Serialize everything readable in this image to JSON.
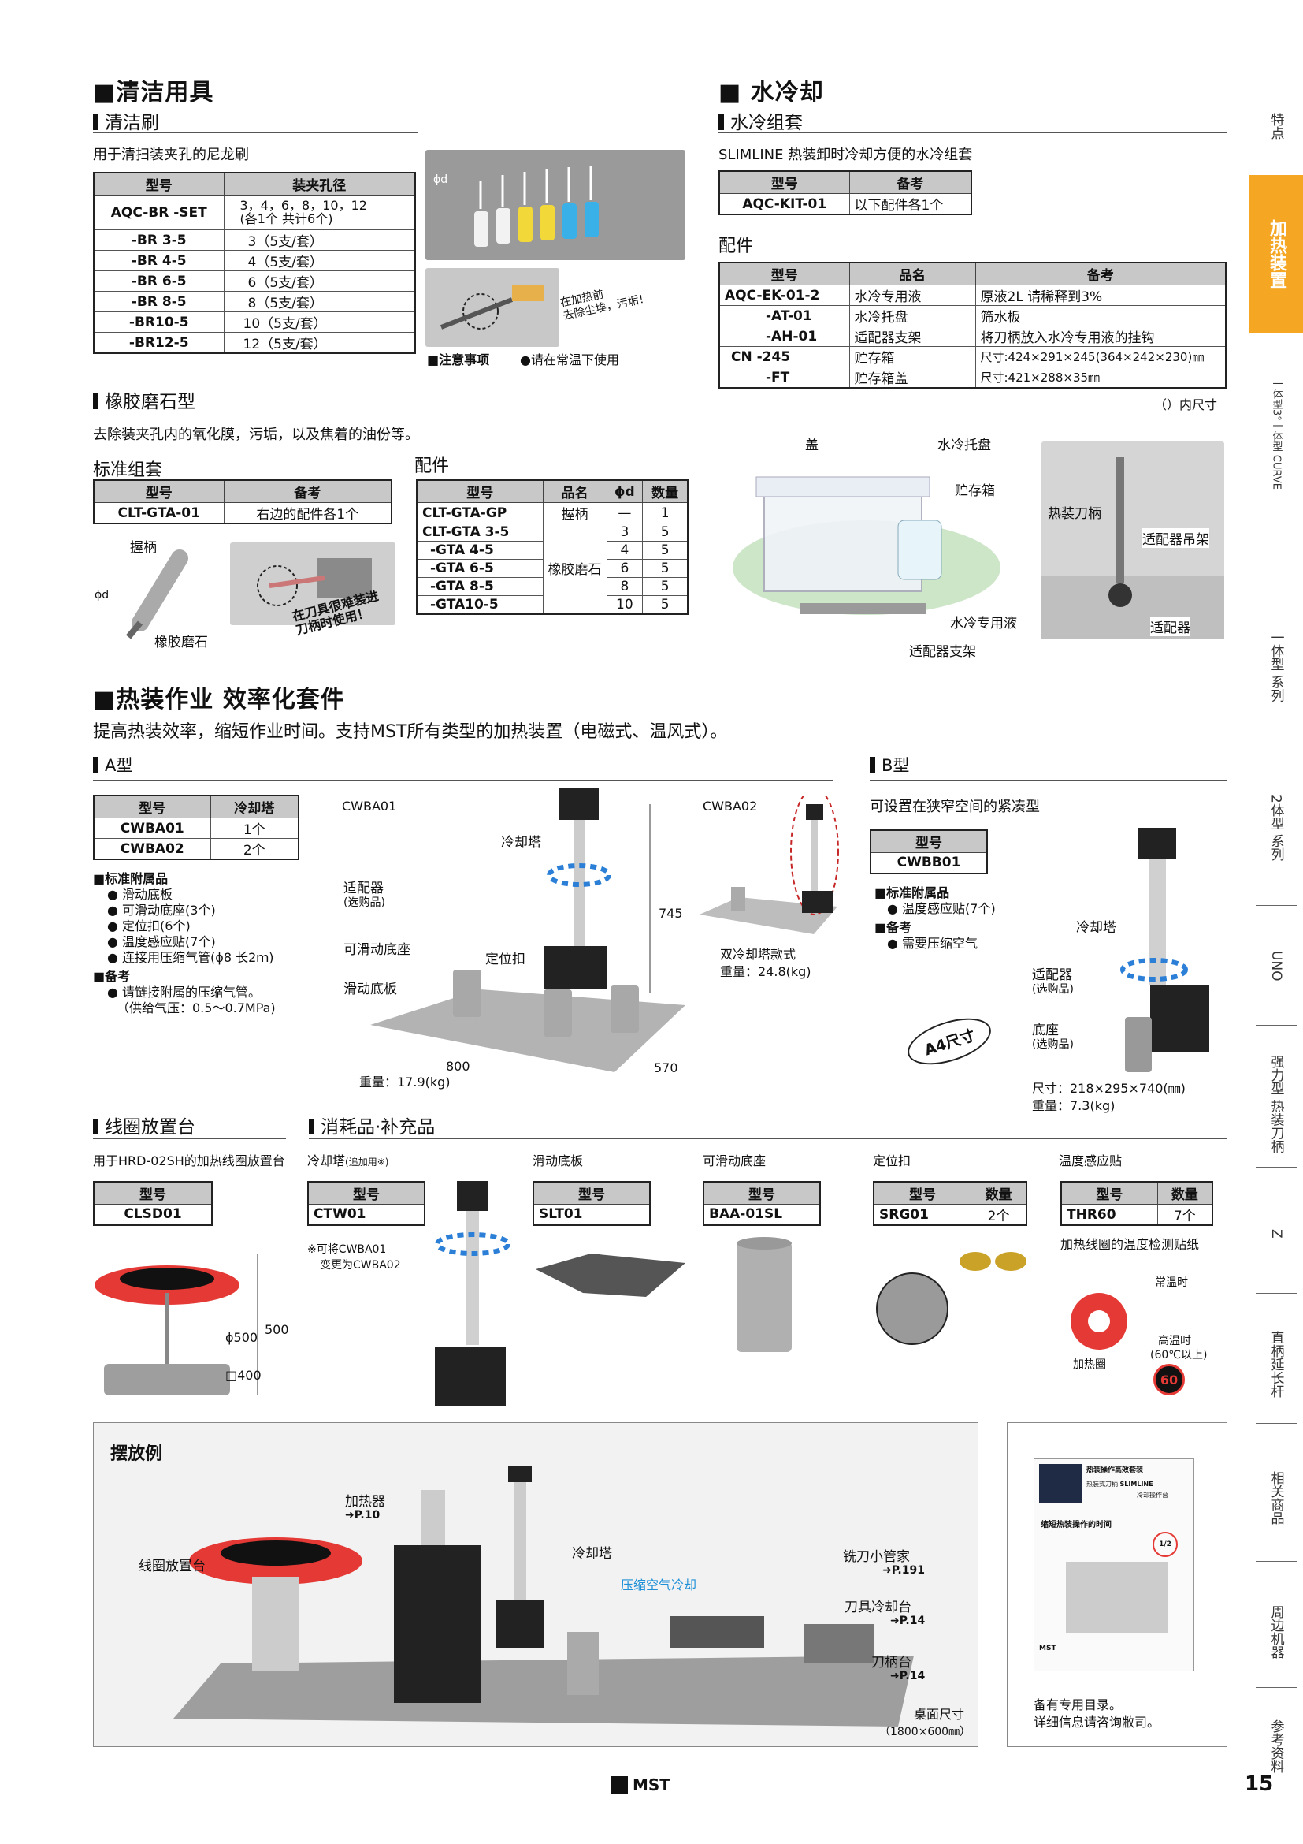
{
  "cleaning": {
    "title": "■清洁用具",
    "brush": {
      "title": "清洁刷",
      "desc": "用于清扫装夹孔的尼龙刷",
      "headers": [
        "型号",
        "装夹孔径"
      ],
      "rows": [
        [
          "AQC-BR -SET",
          "3，4，6，8，10，12\n(各1个 共计6个)"
        ],
        [
          "-BR 3-5",
          "3（5支/套）"
        ],
        [
          "-BR 4-5",
          "4（5支/套）"
        ],
        [
          "-BR 6-5",
          "6（5支/套）"
        ],
        [
          "-BR 8-5",
          "8（5支/套）"
        ],
        [
          "-BR10-5",
          "10（5支/套）"
        ],
        [
          "-BR12-5",
          "12（5支/套）"
        ]
      ],
      "phi_label": "ϕd",
      "photo_note": "在加热前\n去除尘埃，污垢！",
      "caution_label": "■注意事项",
      "caution_text": "●请在常温下使用"
    },
    "rubber": {
      "title": "橡胶磨石型",
      "desc": "去除装夹孔内的氧化膜，污垢，以及焦着的油份等。",
      "std_title": "标准组套",
      "std_headers": [
        "型号",
        "备考"
      ],
      "std_rows": [
        [
          "CLT-GTA-01",
          "右边的配件各1个"
        ]
      ],
      "acc_title": "配件",
      "acc_headers": [
        "型号",
        "品名",
        "ϕd",
        "数量"
      ],
      "acc_rows": [
        [
          "CLT-GTA-GP",
          "握柄",
          "—",
          "1"
        ],
        [
          "CLT-GTA 3-5",
          "",
          "3",
          "5"
        ],
        [
          "-GTA 4-5",
          "",
          "4",
          "5"
        ],
        [
          "-GTA 6-5",
          "橡胶磨石",
          "6",
          "5"
        ],
        [
          "-GTA 8-5",
          "",
          "8",
          "5"
        ],
        [
          "-GTA10-5",
          "",
          "10",
          "5"
        ]
      ],
      "label_grip": "握柄",
      "label_phi": "ϕd",
      "label_stone": "橡胶磨石",
      "photo_note": "在刀具很难装进\n刀柄时使用！"
    }
  },
  "water": {
    "title": "■ 水冷却",
    "kit_title": "水冷组套",
    "kit_desc": "SLIMLINE 热装卸时冷却方便的水冷组套",
    "kit_headers": [
      "型号",
      "备考"
    ],
    "kit_rows": [
      [
        "AQC-KIT-01",
        "以下配件各1个"
      ]
    ],
    "acc_title": "配件",
    "acc_headers": [
      "型号",
      "品名",
      "备考"
    ],
    "acc_rows": [
      [
        "AQC-EK-01-2",
        "水冷专用液",
        "原液2L 请稀释到3%"
      ],
      [
        "-AT-01",
        "水冷托盘",
        "筛水板"
      ],
      [
        "-AH-01",
        "适配器支架",
        "将刀柄放入水冷专用液的挂钩"
      ],
      [
        "CN -245",
        "贮存箱",
        "尺寸:424×291×245(364×242×230)㎜"
      ],
      [
        "-FT",
        "贮存箱盖",
        "尺寸:421×288×35㎜"
      ]
    ],
    "inner_note": "（）内尺寸",
    "labels": {
      "lid": "盖",
      "tray": "水冷托盘",
      "tank": "贮存箱",
      "fluid": "水冷专用液",
      "stand": "适配器支架",
      "holder": "热装刀柄",
      "hanger": "适配器吊架",
      "adapter": "适配器"
    }
  },
  "kit": {
    "title": "■热装作业 效率化套件",
    "desc": "提高热装效率，缩短作业时间。支持MST所有类型的加热装置（电磁式、温风式）。",
    "a": {
      "title": "A型",
      "headers": [
        "型号",
        "冷却塔"
      ],
      "rows": [
        [
          "CWBA01",
          "1个"
        ],
        [
          "CWBA02",
          "2个"
        ]
      ],
      "std_label": "■标准附属品",
      "std_items": [
        "● 滑动底板",
        "● 可滑动底座(3个)",
        "● 定位扣(6个)",
        "● 温度感应贴(7个)",
        "● 连接用压缩气管(ϕ8 长2ｍ)"
      ],
      "note_label": "■备考",
      "note_items": [
        "● 请链接附属的压缩气管。",
        "（供给气压：0.5〜0.7MPa)"
      ],
      "img1_title": "CWBA01",
      "img2_title": "CWBA02",
      "labels": {
        "tower": "冷却塔",
        "adapter": "适配器",
        "adapter_opt": "(选购品)",
        "base": "可滑动底座",
        "clip": "定位扣",
        "plate": "滑动底板",
        "h": "745",
        "w": "800",
        "d": "570",
        "weight": "重量：17.9(kg)",
        "twin": "双冷却塔款式",
        "twin_weight": "重量：24.8(kg)"
      }
    },
    "b": {
      "title": "B型",
      "desc": "可设置在狭窄空间的紧凑型",
      "headers": [
        "型号"
      ],
      "rows": [
        [
          "CWBB01"
        ]
      ],
      "std_label": "■标准附属品",
      "std_items": [
        "● 温度感应贴(7个)"
      ],
      "note_label": "■备考",
      "note_items": [
        "● 需要压缩空气"
      ],
      "a4": "A4尺寸",
      "labels": {
        "tower": "冷却塔",
        "adapter": "适配器",
        "adapter_opt": "(选购品)",
        "base": "底座",
        "base_opt": "(选购品)",
        "size": "尺寸：218×295×740(㎜)",
        "weight": "重量：7.3(kg)"
      }
    }
  },
  "coil": {
    "title": "线圈放置台",
    "desc": "用于HRD-02SH的加热线圈放置台",
    "headers": [
      "型号"
    ],
    "rows": [
      [
        "CLSD01"
      ]
    ],
    "dia": "ϕ500",
    "h": "500",
    "sq": "□400"
  },
  "consumables": {
    "title": "消耗品·补充品",
    "items": [
      {
        "name": "冷却塔",
        "sub": "(追加用※)",
        "model": "CTW01",
        "note1": "※可将CWBA01",
        "note2": "变更为CWBA02"
      },
      {
        "name": "滑动底板",
        "model": "SLT01"
      },
      {
        "name": "可滑动底座",
        "model": "BAA-01SL"
      },
      {
        "name": "定位扣",
        "model": "SRG01",
        "qty_header": "数量",
        "qty": "2个"
      },
      {
        "name": "温度感应贴",
        "model": "THR60",
        "qty_header": "数量",
        "qty": "7个",
        "desc": "加热线圈的温度检测贴纸",
        "normal": "常温时",
        "hot": "高温时",
        "hot_sub": "(60℃以上)",
        "coil": "加热圈",
        "badge": "60"
      }
    ],
    "model_header": "型号"
  },
  "layout": {
    "title": "摆放例",
    "heater": "加热器",
    "heater_ref": "➜P.10",
    "coil_stand": "线圈放置台",
    "tower": "冷却塔",
    "air": "压缩空气冷却",
    "housekeeper": "铣刀小管家",
    "housekeeper_ref": "➜P.191",
    "cool_stand": "刀具冷却台",
    "cool_ref": "➜P.14",
    "holder_stand": "刀柄台",
    "holder_ref": "➜P.14",
    "desk": "桌面尺寸",
    "desk_size": "（1800×600㎜）"
  },
  "catalog": {
    "head": "热装操作高效套装",
    "brand_pre": "热装式刀柄",
    "brand": "SLIMLINE",
    "brand_post": "冷却操作台",
    "slogan": "缩短热装操作的时间",
    "half": "1/2",
    "logo": "MST",
    "line1": "备有专用目录。",
    "line2": "详细信息请咨询敝司。"
  },
  "footer": {
    "logo": "MST",
    "page": "15"
  },
  "sidebar": [
    {
      "label": "特点",
      "active": false
    },
    {
      "label": "加热装置",
      "active": true
    },
    {
      "label": "一体型3°一体型 CURVE",
      "active": false
    },
    {
      "label": "一体型 系列",
      "active": false
    },
    {
      "label": "2体型 系列",
      "active": false
    },
    {
      "label": "UNO",
      "active": false
    },
    {
      "label": "强力型 热装刀柄",
      "active": false
    },
    {
      "label": "Z",
      "active": false
    },
    {
      "label": "直柄延长杆",
      "active": false
    },
    {
      "label": "相关商品",
      "active": false
    },
    {
      "label": "周边机器",
      "active": false
    },
    {
      "label": "参考资料",
      "active": false
    }
  ],
  "colors": {
    "accent": "#f5a623",
    "coil_red": "#e02020",
    "blue": "#1e90d8",
    "header_gray": "#c8c8c8"
  }
}
